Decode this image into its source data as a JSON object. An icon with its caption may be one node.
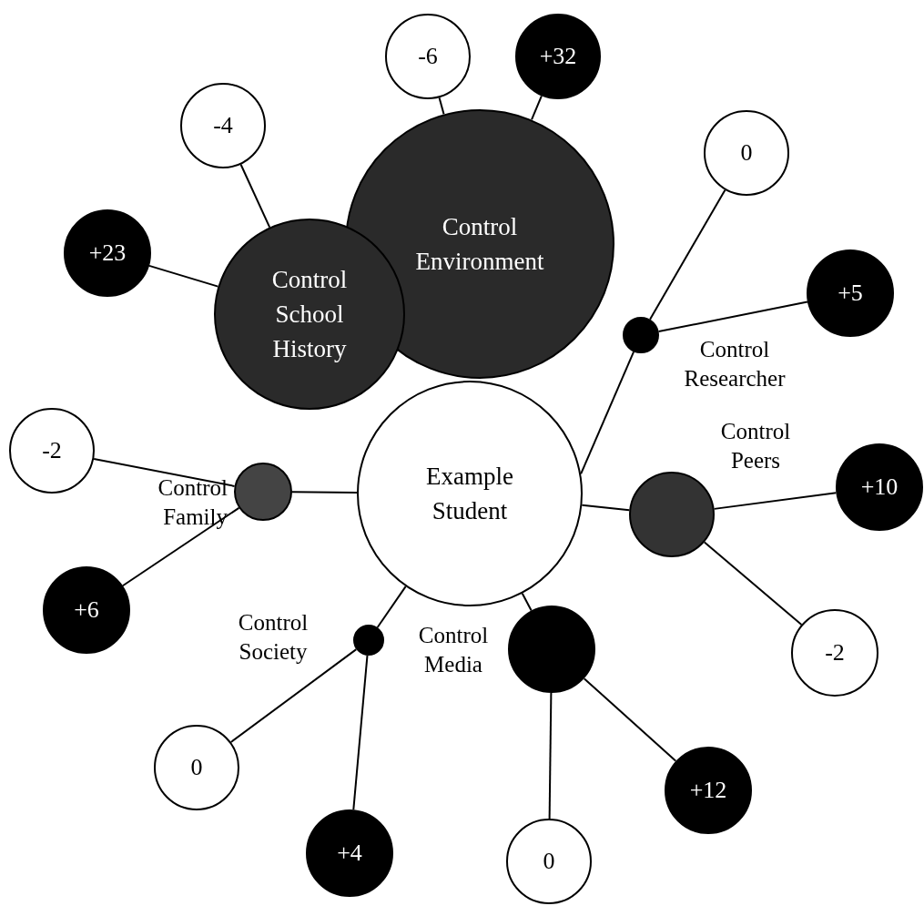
{
  "diagram": {
    "nodes": [
      {
        "text": [
          "Example Student"
        ]
      },
      {
        "text": [
          "Control Environment"
        ]
      },
      {
        "text": [
          "Control School History"
        ]
      },
      {
        "text": [
          "-6"
        ]
      },
      {
        "text": [
          "+32"
        ]
      },
      {
        "text": [
          "-4"
        ]
      },
      {
        "text": [
          "+23"
        ]
      },
      {
        "text": [],
        "shape": "circle",
        "beside": [
          "Control Researcher"
        ]
      },
      {
        "text": [
          "0"
        ]
      },
      {
        "text": [
          "+5"
        ]
      },
      {
        "text": [],
        "shape": "circle",
        "beside": [
          "Control Peers"
        ]
      },
      {
        "text": [
          "+10"
        ]
      },
      {
        "text": [
          "-2"
        ]
      },
      {
        "text": [],
        "shape": "circle",
        "beside": [
          "Control Family"
        ]
      },
      {
        "text": [
          "-2"
        ]
      },
      {
        "text": [
          "+6"
        ]
      },
      {
        "text": [],
        "shape": "circle",
        "beside": [
          "Control Society"
        ]
      },
      {
        "text": [
          "0"
        ]
      },
      {
        "text": [
          "+4"
        ]
      },
      {
        "text": [],
        "shape": "circle",
        "beside": [
          "Control Media"
        ]
      },
      {
        "text": [
          "0"
        ]
      },
      {
        "text": [
          "+12"
        ]
      }
    ],
    "edges": [
      {
        "from": 1,
        "to": 3,
        "arrow": "none"
      },
      {
        "from": 1,
        "to": 4,
        "arrow": "none"
      },
      {
        "from": 2,
        "to": 5,
        "arrow": "none"
      },
      {
        "from": 2,
        "to": 6,
        "arrow": "none"
      },
      {
        "from": 0,
        "to": 7,
        "arrow": "none"
      },
      {
        "from": 7,
        "to": 8,
        "arrow": "none"
      },
      {
        "from": 7,
        "to": 9,
        "arrow": "none"
      },
      {
        "from": 0,
        "to": 10,
        "arrow": "none"
      },
      {
        "from": 10,
        "to": 11,
        "arrow": "none"
      },
      {
        "from": 10,
        "to": 12,
        "arrow": "none"
      },
      {
        "from": 0,
        "to": 13,
        "arrow": "none"
      },
      {
        "from": 13,
        "to": 14,
        "arrow": "none"
      },
      {
        "from": 13,
        "to": 15,
        "arrow": "none"
      },
      {
        "from": 0,
        "to": 16,
        "arrow": "none"
      },
      {
        "from": 16,
        "to": 17,
        "arrow": "none"
      },
      {
        "from": 16,
        "to": 18,
        "arrow": "none"
      },
      {
        "from": 0,
        "to": 19,
        "arrow": "none"
      },
      {
        "from": 19,
        "to": 20,
        "arrow": "none"
      },
      {
        "from": 19,
        "to": 21,
        "arrow": "none"
      }
    ]
  }
}
